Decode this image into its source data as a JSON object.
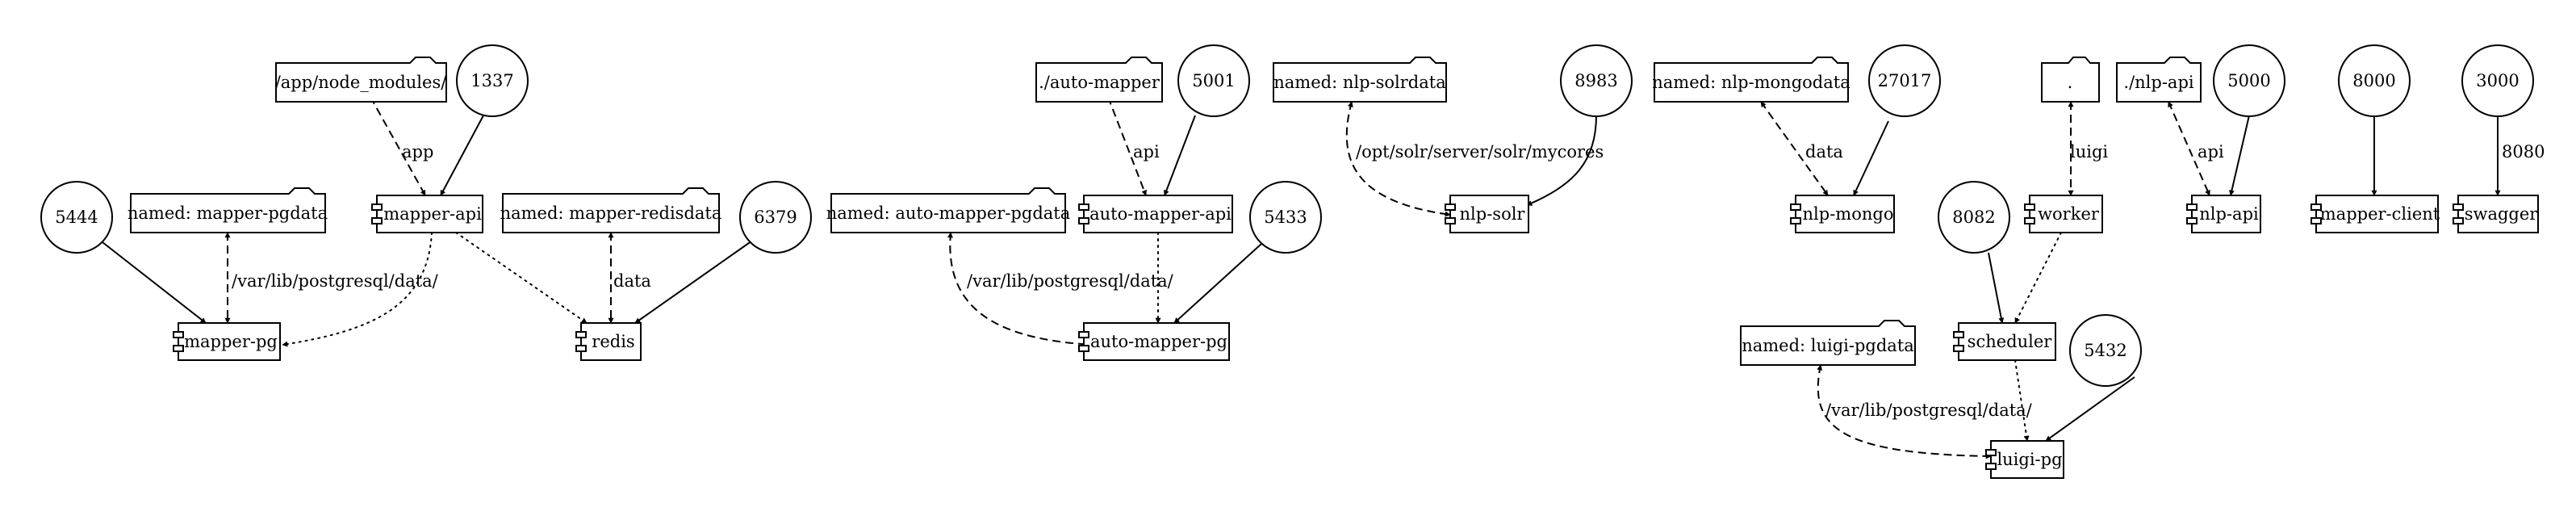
{
  "nodes": {
    "app_node_modules": "/app/node_modules/",
    "port_1337": "1337",
    "mapper_api": "mapper-api",
    "port_5444": "5444",
    "mapper_pgdata": "named: mapper-pgdata",
    "mapper_pg": "mapper-pg",
    "mapper_redisdata": "named: mapper-redisdata",
    "port_6379": "6379",
    "redis": "redis",
    "auto_mapper_vol": "./auto-mapper",
    "port_5001": "5001",
    "auto_mapper_api": "auto-mapper-api",
    "auto_mapper_pgdata": "named: auto-mapper-pgdata",
    "port_5433": "5433",
    "auto_mapper_pg": "auto-mapper-pg",
    "nlp_solrdata": "named: nlp-solrdata",
    "port_8983": "8983",
    "nlp_solr": "nlp-solr",
    "nlp_mongodata": "named: nlp-mongodata",
    "port_27017": "27017",
    "nlp_mongo": "nlp-mongo",
    "dot_vol": ".",
    "port_8082": "8082",
    "worker": "worker",
    "scheduler": "scheduler",
    "luigi_pgdata": "named: luigi-pgdata",
    "port_5432": "5432",
    "luigi_pg": "luigi-pg",
    "nlp_api_vol": "./nlp-api",
    "port_5000": "5000",
    "nlp_api": "nlp-api",
    "port_8000": "8000",
    "mapper_client": "mapper-client",
    "port_3000": "3000",
    "swagger": "swagger"
  },
  "edge_labels": {
    "app": "app",
    "mapper_pg_path": "/var/lib/postgresql/data/",
    "redis_data": "data",
    "api": "api",
    "auto_mapper_pg_path": "/var/lib/postgresql/data/",
    "solr_path": "/opt/solr/server/solr/mycores",
    "mongo_data": "data",
    "luigi": "luigi",
    "luigi_pg_path": "/var/lib/postgresql/data/",
    "nlp_api": "api",
    "swagger_port": "8080"
  }
}
